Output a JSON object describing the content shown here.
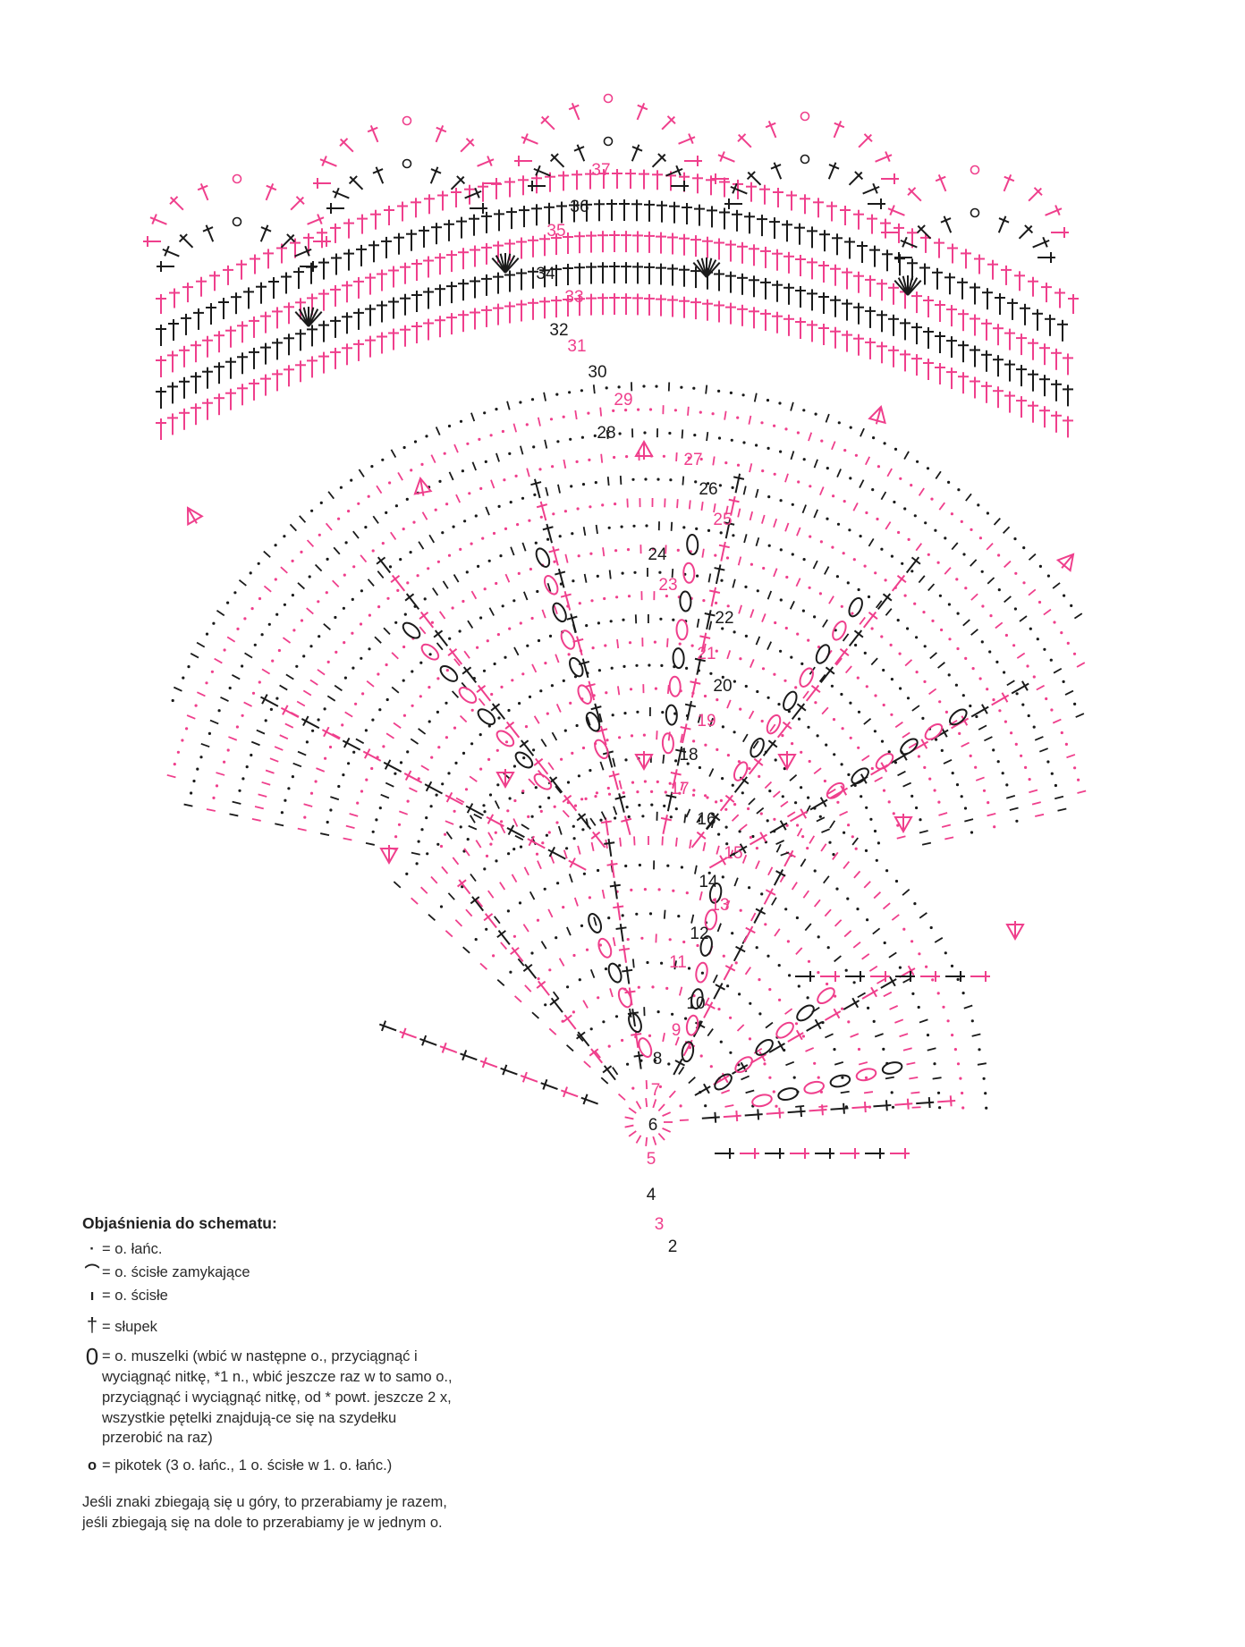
{
  "pink": "#ef3f8c",
  "black": "#1a1a1a",
  "row_numbers": [
    {
      "n": "2",
      "c": "b"
    },
    {
      "n": "3",
      "c": "p"
    },
    {
      "n": "4",
      "c": "b"
    },
    {
      "n": "5",
      "c": "p"
    },
    {
      "n": "6",
      "c": "b"
    },
    {
      "n": "7",
      "c": "p"
    },
    {
      "n": "8",
      "c": "b"
    },
    {
      "n": "9",
      "c": "p"
    },
    {
      "n": "10",
      "c": "b"
    },
    {
      "n": "11",
      "c": "p"
    },
    {
      "n": "12",
      "c": "b"
    },
    {
      "n": "13",
      "c": "p"
    },
    {
      "n": "14",
      "c": "b"
    },
    {
      "n": "15",
      "c": "p"
    },
    {
      "n": "16",
      "c": "b"
    },
    {
      "n": "17",
      "c": "p"
    },
    {
      "n": "18",
      "c": "b"
    },
    {
      "n": "19",
      "c": "p"
    },
    {
      "n": "20",
      "c": "b"
    },
    {
      "n": "21",
      "c": "p"
    },
    {
      "n": "22",
      "c": "b"
    },
    {
      "n": "23",
      "c": "p"
    },
    {
      "n": "24",
      "c": "b"
    },
    {
      "n": "25",
      "c": "p"
    },
    {
      "n": "26",
      "c": "b"
    },
    {
      "n": "27",
      "c": "p"
    },
    {
      "n": "28",
      "c": "b"
    },
    {
      "n": "29",
      "c": "p"
    },
    {
      "n": "30",
      "c": "b"
    },
    {
      "n": "31",
      "c": "p"
    },
    {
      "n": "32",
      "c": "b"
    },
    {
      "n": "33",
      "c": "p"
    },
    {
      "n": "34",
      "c": "b"
    },
    {
      "n": "35",
      "c": "p"
    },
    {
      "n": "36",
      "c": "b"
    },
    {
      "n": "37",
      "c": "p"
    }
  ],
  "legend": {
    "title": "Objaśnienia do schematu:",
    "items": [
      {
        "sym": "·",
        "text": "= o. łańc."
      },
      {
        "sym": "⌒",
        "text": "= o. ścisłe zamykające"
      },
      {
        "sym": "ı",
        "text": "= o. ścisłe"
      },
      {
        "sym": "†",
        "text": "= słupek"
      },
      {
        "sym": "0",
        "text": "= o. muszelki (wbić w następne o., przyciągnąć i wyciągnąć nitkę, *1 n., wbić jeszcze raz w to samo o., przyciągnąć i wyciągnąć nitkę, od * powt. jeszcze 2 x, wszystkie pętelki znajdują-ce się na szydełku przerobić na raz)"
      },
      {
        "sym": "o",
        "text": "= pikotek (3 o. łańc., 1 o. ścisłe w 1. o. łańc.)"
      }
    ],
    "note": "Jeśli znaki zbiegają się u góry, to przerabiamy je razem, jeśli zbiegają się na dole to przerabiamy je w jednym o."
  }
}
